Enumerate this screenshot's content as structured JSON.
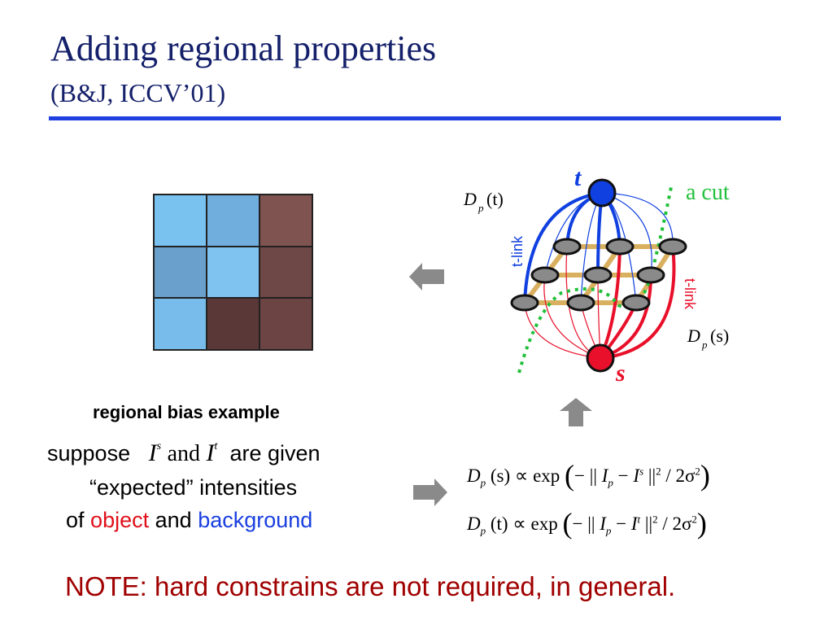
{
  "slide": {
    "title": "Adding regional properties",
    "subtitle": "(B&J, ICCV’01)"
  },
  "grid": {
    "cells": [
      "#79c1ef",
      "#6faedd",
      "#7f5350",
      "#6aa1cc",
      "#7fc3f1",
      "#6e4846",
      "#78bcec",
      "#5a3837",
      "#6b4443"
    ]
  },
  "caption": "regional bias example",
  "description": {
    "line1_prefix": "suppose",
    "var_I": "I",
    "sup_s": "s",
    "and_word": "and",
    "sup_t": "t",
    "line1_suffix": "are given",
    "line2": "“expected” intensities",
    "line3_of": "of",
    "line3_object": "object",
    "line3_and": "and",
    "line3_background": "background"
  },
  "graph": {
    "node_t": "t",
    "node_s": "s",
    "cut_label": "a cut",
    "tlink_top": "t-link",
    "tlink_bottom": "t-link",
    "dp_t": "D",
    "dp_t_sub": "p",
    "dp_t_arg": "(t)",
    "dp_s": "D",
    "dp_s_sub": "p",
    "dp_s_arg": "(s)",
    "colors": {
      "t": "#1040e0",
      "s": "#e8102a",
      "cut": "#22c03a",
      "lattice": "#d9b060"
    }
  },
  "formulas": {
    "f1": {
      "D": "D",
      "sub": "p",
      "arg": "(s)",
      "prop": "∝ exp",
      "minus": "−",
      "norm_open": "||",
      "I": "I",
      "Ip_sub": "p",
      "minus2": "−",
      "I2": "I",
      "sup": "s",
      "norm_close": "||",
      "sq": "2",
      "div": "/ 2σ",
      "sq2": "2"
    },
    "f2": {
      "D": "D",
      "sub": "p",
      "arg": "(t)",
      "prop": "∝ exp",
      "minus": "−",
      "norm_open": "||",
      "I": "I",
      "Ip_sub": "p",
      "minus2": "−",
      "I2": "I",
      "sup": "t",
      "norm_close": "||",
      "sq": "2",
      "div": "/ 2σ",
      "sq2": "2"
    }
  },
  "note": "NOTE: hard constrains are not required, in general."
}
